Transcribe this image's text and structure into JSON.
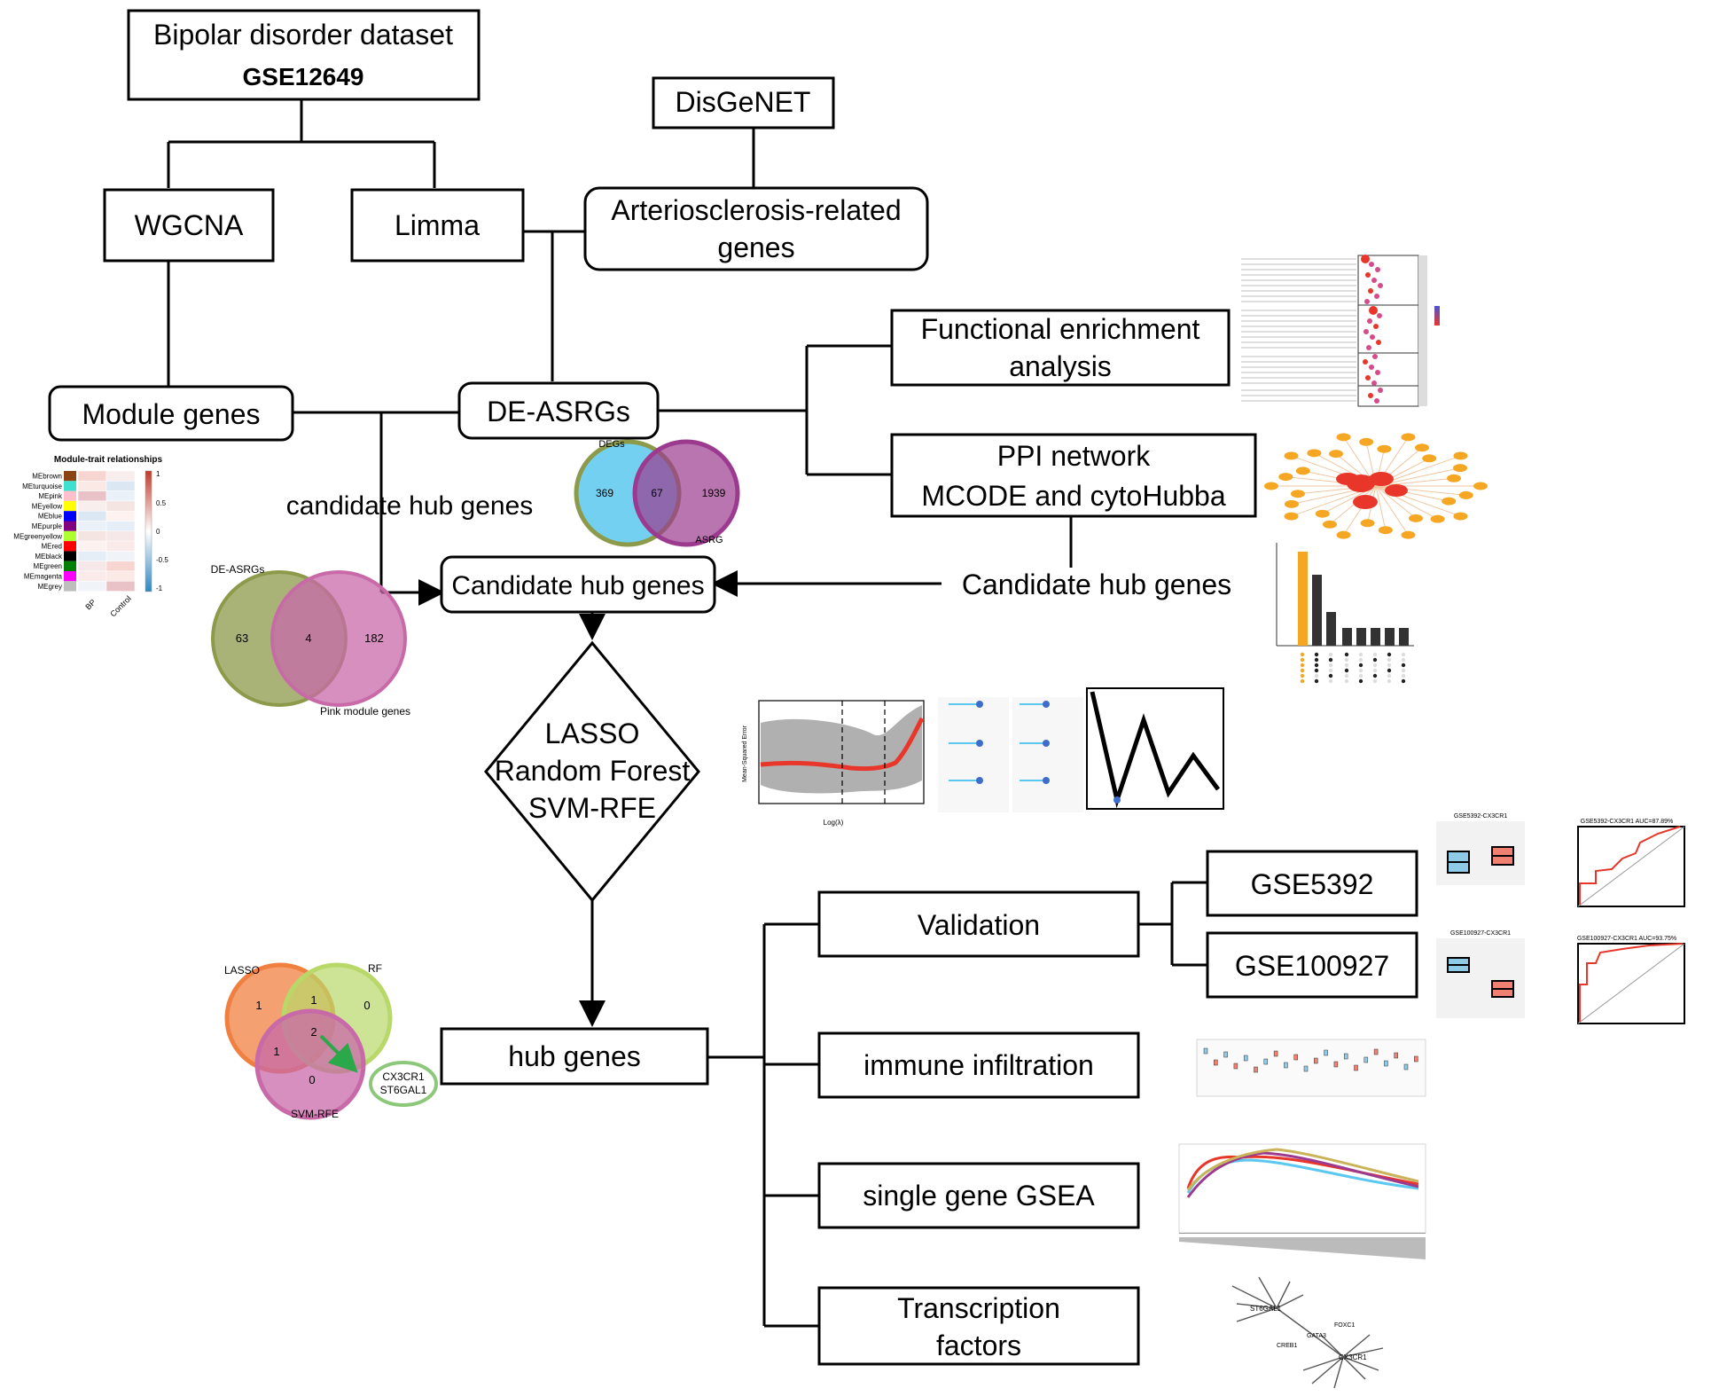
{
  "boxes": {
    "dataset_title": "Bipolar disorder dataset",
    "dataset_id": "GSE12649",
    "disgenet": "DisGeNET",
    "wgcna": "WGCNA",
    "limma": "Limma",
    "arterio_line1": "Arteriosclerosis-related",
    "arterio_line2": "genes",
    "module_genes": "Module genes",
    "de_asrgs": "DE-ASRGs",
    "functional_line1": "Functional enrichment",
    "functional_line2": "analysis",
    "ppi_line1": "PPI network",
    "ppi_line2": "MCODE and cytoHubba",
    "candidate_center": "Candidate hub genes",
    "ml_line1": "LASSO",
    "ml_line2": "Random Forest",
    "ml_line3": "SVM-RFE",
    "hub_genes": "hub genes",
    "validation": "Validation",
    "gse5392": "GSE5392",
    "gse100927": "GSE100927",
    "immune": "immune infiltration",
    "gsea": "single gene GSEA",
    "tf_line1": "Transcription",
    "tf_line2": "factors"
  },
  "labels": {
    "candidate_left": "candidate hub genes",
    "candidate_right": "Candidate hub genes"
  },
  "venn_degs": {
    "label_a": "DEGs",
    "label_b": "ASRG",
    "left": "369",
    "overlap": "67",
    "right": "1939"
  },
  "venn_pink": {
    "label_a": "DE-ASRGs",
    "label_b": "Pink module genes",
    "left": "63",
    "overlap": "4",
    "right": "182"
  },
  "venn_ml": {
    "label_lasso": "LASSO",
    "label_rf": "RF",
    "label_svm": "SVM-RFE",
    "lasso_only": "1",
    "lasso_rf": "1",
    "rf_only": "0",
    "all_three": "2",
    "lasso_svm": "1",
    "rf_svm": "0",
    "svm_only": "0",
    "gene1": "CX3CR1",
    "gene2": "ST6GAL1"
  },
  "heatmap": {
    "title": "Module-trait relationships",
    "modules": [
      "MEbrown",
      "MEturquoise",
      "MEpink",
      "MEyellow",
      "MEblue",
      "MEpurple",
      "MEgreenyellow",
      "MEred",
      "MEblack",
      "MEgreen",
      "MEmagenta",
      "MEgrey"
    ],
    "module_colors": [
      "#8b4513",
      "#40e0d0",
      "#ffc0cb",
      "#ffff00",
      "#0000ff",
      "#800080",
      "#adff2f",
      "#ff0000",
      "#000000",
      "#008000",
      "#ff00ff",
      "#bebebe"
    ],
    "columns": [
      "BP",
      "Control"
    ],
    "scale": [
      "1",
      "0.5",
      "0",
      "-0.5",
      "-1"
    ]
  },
  "roc_titles": {
    "gse5392": "GSE5392-CX3CR1   AUC=87.89%",
    "gse100927": "GSE100927-CX3CR1   AUC=93.75%"
  },
  "box_titles": {
    "gse5392": "GSE5392-CX3CR1",
    "gse100927": "GSE100927-CX3CR1"
  },
  "tf_network": {
    "nodes": [
      "ST6GAL1",
      "FOXC1",
      "GATA3",
      "CREB1",
      "CX3CR1"
    ]
  },
  "lasso_axis": {
    "xlabel": "Log(λ)",
    "ylabel": "Mean-Squared Error"
  },
  "colors": {
    "stroke": "#000000",
    "venn_blue": "#5bc8ef",
    "venn_purple": "#9b3a8e",
    "venn_olive": "#8c9a4a",
    "venn_pink": "#c86aa8",
    "orange": "#f5a623",
    "red": "#e8372a",
    "green_arrow": "#2aa84a"
  }
}
